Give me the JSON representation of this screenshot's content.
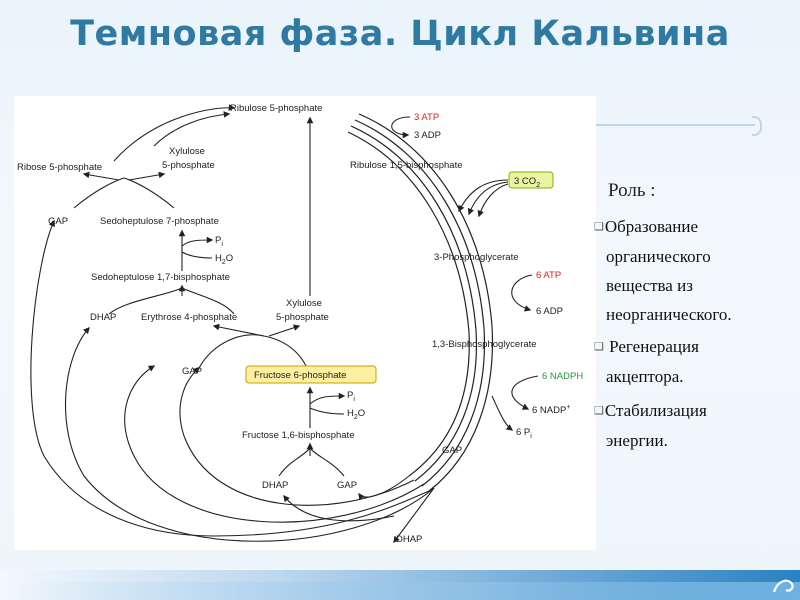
{
  "slide": {
    "title": "Темновая фаза. Цикл Кальвина"
  },
  "role": {
    "heading": "Роль :",
    "items": [
      {
        "bullet": "❑",
        "text_lines": [
          "Образование",
          "органического",
          "вещества из",
          "неорганического."
        ]
      },
      {
        "bullet": "❑",
        "text_lines": [
          "Регенерация",
          "акцептора."
        ]
      },
      {
        "bullet": "❑",
        "text_lines": [
          "Стабилизация",
          "энергии."
        ]
      }
    ]
  },
  "diagram": {
    "labels": {
      "ribulose5p": "Ribulose 5-phosphate",
      "atp3": "3 ATP",
      "adp3": "3 ADP",
      "rubp": "Ribulose 1,5-bisphosphate",
      "co2": "3 CO",
      "co2_sub": "2",
      "ribose5p": "Ribose 5-phosphate",
      "xylulose5p_top_1": "Xylulose",
      "xylulose5p_top_2": "5-phosphate",
      "gap_left": "GAP",
      "sedo7p": "Sedoheptulose 7-phosphate",
      "pi_1": "P",
      "pi_1_sub": "i",
      "h2o_1": "H",
      "h2o_1_sub": "2",
      "h2o_1_end": "O",
      "sedo17bp": "Sedoheptulose 1,7-bisphosphate",
      "dhap_left": "DHAP",
      "ery4p": "Erythrose 4-phosphate",
      "xylulose5p_mid_1": "Xylulose",
      "xylulose5p_mid_2": "5-phosphate",
      "pga3": "3-Phosphoglycerate",
      "atp6": "6 ATP",
      "adp6": "6 ADP",
      "bpg13": "1,3-Bisphosphoglycerate",
      "gap_mid": "GAP",
      "f6p": "Fructose 6-phosphate",
      "pi_2": "P",
      "pi_2_sub": "i",
      "h2o_2": "H",
      "h2o_2_sub": "2",
      "h2o_2_end": "O",
      "f16bp": "Fructose 1,6-bisphosphate",
      "nadph6": "6 NADPH",
      "nadp6": "6 NADP",
      "nadp6_sup": "+",
      "pi6": "6 P",
      "pi6_sub": "i",
      "gap_right": "GAP",
      "dhap_bottom": "DHAP",
      "gap_bottom": "GAP",
      "dhap_out": "DHAP"
    },
    "colors": {
      "atp_red": "#d8212b",
      "nadph_green": "#1f9e3a",
      "highlight_yellow": "#fdf0a0",
      "highlight_border": "#c9a200",
      "co2_box": "#e9f5a0",
      "co2_border": "#7fb300",
      "arrow": "#222222"
    }
  }
}
